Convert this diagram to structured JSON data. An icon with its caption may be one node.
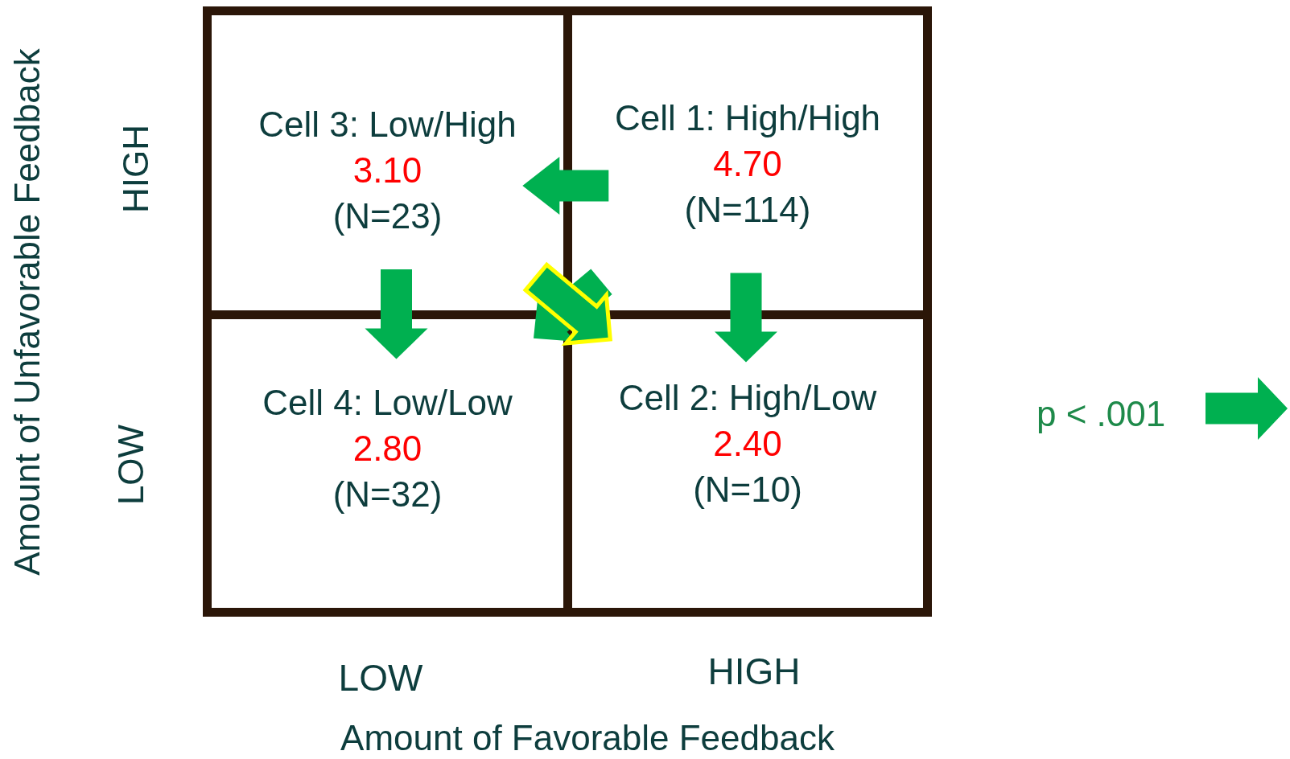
{
  "diagram": {
    "nodes": [
      {
        "text": [
          "Cell 3: Low/High",
          "3.10",
          "(N=23)"
        ]
      },
      {
        "text": [
          "Cell 1: High/High",
          "4.70",
          "(N=114)"
        ]
      },
      {
        "text": [
          "Cell 4: Low/Low",
          "2.80",
          "(N=32)"
        ]
      },
      {
        "text": [
          "Cell 2: High/Low",
          "2.40",
          "(N=10)"
        ]
      }
    ],
    "edges": [
      {
        "from": 1,
        "to": 0,
        "arrow": "to"
      },
      {
        "from": 0,
        "to": 2,
        "arrow": "to"
      },
      {
        "from": 1,
        "to": 3,
        "arrow": "to"
      },
      {
        "from": 1,
        "to": 2,
        "arrow": "to"
      },
      {
        "from": 0,
        "to": 3,
        "arrow": "to",
        "color": "#ffff00"
      }
    ],
    "labels": [
      "Amount of Unfavorable Feedback",
      "HIGH",
      "LOW",
      "LOW",
      "HIGH",
      "Amount of Favorable Feedback"
    ],
    "legend": [
      {
        "text": "p < .001"
      }
    ]
  }
}
